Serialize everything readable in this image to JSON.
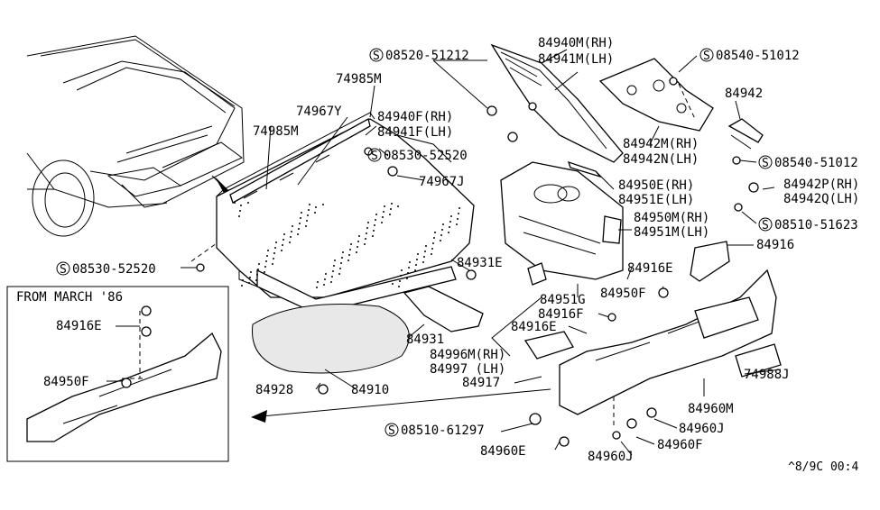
{
  "diagram": {
    "inset_title": "FROM MARCH '86",
    "corner_code": "^8/9C 00:4",
    "labels": [
      {
        "id": "l_08520_51212",
        "text": "08520-51212",
        "screw": true
      },
      {
        "id": "l_84940M",
        "text": "84940M(RH)"
      },
      {
        "id": "l_84941M",
        "text": "84941M(LH)"
      },
      {
        "id": "l_08540_51012a",
        "text": "08540-51012",
        "screw": true
      },
      {
        "id": "l_74985M_top",
        "text": "74985M"
      },
      {
        "id": "l_74967Y",
        "text": "74967Y"
      },
      {
        "id": "l_84940F",
        "text": "84940F(RH)"
      },
      {
        "id": "l_84941F",
        "text": "84941F(LH)"
      },
      {
        "id": "l_74985M_left",
        "text": "74985M"
      },
      {
        "id": "l_08530_52520a",
        "text": "08530-52520",
        "screw": true
      },
      {
        "id": "l_84942",
        "text": "84942"
      },
      {
        "id": "l_84942M",
        "text": "84942M(RH)"
      },
      {
        "id": "l_84942N",
        "text": "84942N(LH)"
      },
      {
        "id": "l_08540_51012b",
        "text": "08540-51012",
        "screw": true
      },
      {
        "id": "l_74967J",
        "text": "74967J"
      },
      {
        "id": "l_84950E",
        "text": "84950E(RH)"
      },
      {
        "id": "l_84951E",
        "text": "84951E(LH)"
      },
      {
        "id": "l_84942P",
        "text": "84942P(RH)"
      },
      {
        "id": "l_84942Q",
        "text": "84942Q(LH)"
      },
      {
        "id": "l_84950M",
        "text": "84950M(RH)"
      },
      {
        "id": "l_84951M",
        "text": "84951M(LH)"
      },
      {
        "id": "l_08510_51623",
        "text": "08510-51623",
        "screw": true
      },
      {
        "id": "l_84916",
        "text": "84916"
      },
      {
        "id": "l_08530_52520b",
        "text": "08530-52520",
        "screw": true
      },
      {
        "id": "l_84931E",
        "text": "84931E"
      },
      {
        "id": "l_84916E_a",
        "text": "84916E"
      },
      {
        "id": "l_84951G",
        "text": "84951G"
      },
      {
        "id": "l_84950F_a",
        "text": "84950F"
      },
      {
        "id": "l_84916F",
        "text": "84916F"
      },
      {
        "id": "l_84916E_b",
        "text": "84916E"
      },
      {
        "id": "l_84931",
        "text": "84931"
      },
      {
        "id": "l_84996M",
        "text": "84996M(RH)"
      },
      {
        "id": "l_84997",
        "text": "84997 (LH)"
      },
      {
        "id": "l_84917",
        "text": "84917"
      },
      {
        "id": "l_74988J",
        "text": "74988J"
      },
      {
        "id": "l_84928",
        "text": "84928"
      },
      {
        "id": "l_84910",
        "text": "84910"
      },
      {
        "id": "l_84960M",
        "text": "84960M"
      },
      {
        "id": "l_84960J_a",
        "text": "84960J"
      },
      {
        "id": "l_08510_61297",
        "text": "08510-61297",
        "screw": true
      },
      {
        "id": "l_84960F",
        "text": "84960F"
      },
      {
        "id": "l_84960E",
        "text": "84960E"
      },
      {
        "id": "l_84960J_b",
        "text": "84960J"
      },
      {
        "id": "l_inset_84916E",
        "text": "84916E"
      },
      {
        "id": "l_inset_84950F",
        "text": "84950F"
      }
    ]
  }
}
